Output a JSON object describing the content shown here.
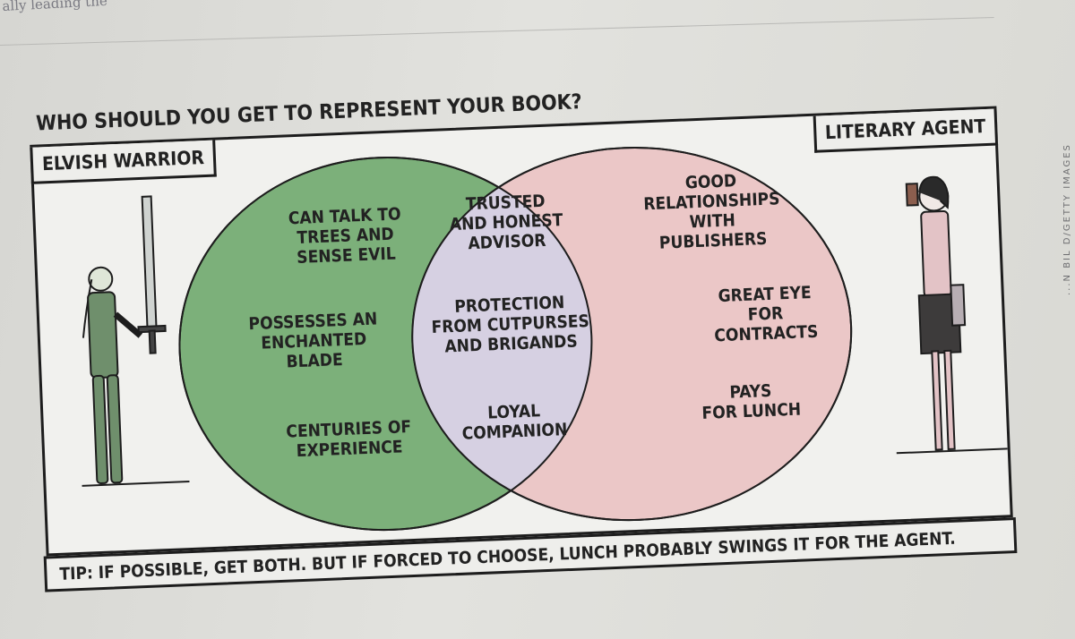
{
  "page": {
    "running_text": "ally leading the",
    "photo_credit": "...N BIL D/GETTY IMAGES"
  },
  "comic": {
    "title": "WHO SHOULD YOU GET TO REPRESENT YOUR BOOK?",
    "left_set": {
      "label": "ELVISH WARRIOR",
      "color": "#7cb07a",
      "items": [
        "CAN TALK TO\nTREES AND\nSENSE EVIL",
        "POSSESSES AN\nENCHANTED\nBLADE",
        "CENTURIES OF\nEXPERIENCE"
      ]
    },
    "right_set": {
      "label": "LITERARY AGENT",
      "color": "#ebc7c7",
      "items": [
        "GOOD\nRELATIONSHIPS\nWITH\nPUBLISHERS",
        "GREAT EYE\nFOR\nCONTRACTS",
        "PAYS\nFOR LUNCH"
      ]
    },
    "overlap": {
      "color": "#d6d0e2",
      "items": [
        "TRUSTED\nAND HONEST\nADVISOR",
        "PROTECTION\nFROM CUTPURSES\nAND BRIGANDS",
        "LOYAL\nCOMPANION"
      ]
    },
    "tip": "TIP: IF POSSIBLE, GET BOTH. BUT IF FORCED TO CHOOSE, LUNCH PROBABLY SWINGS IT FOR THE AGENT."
  }
}
